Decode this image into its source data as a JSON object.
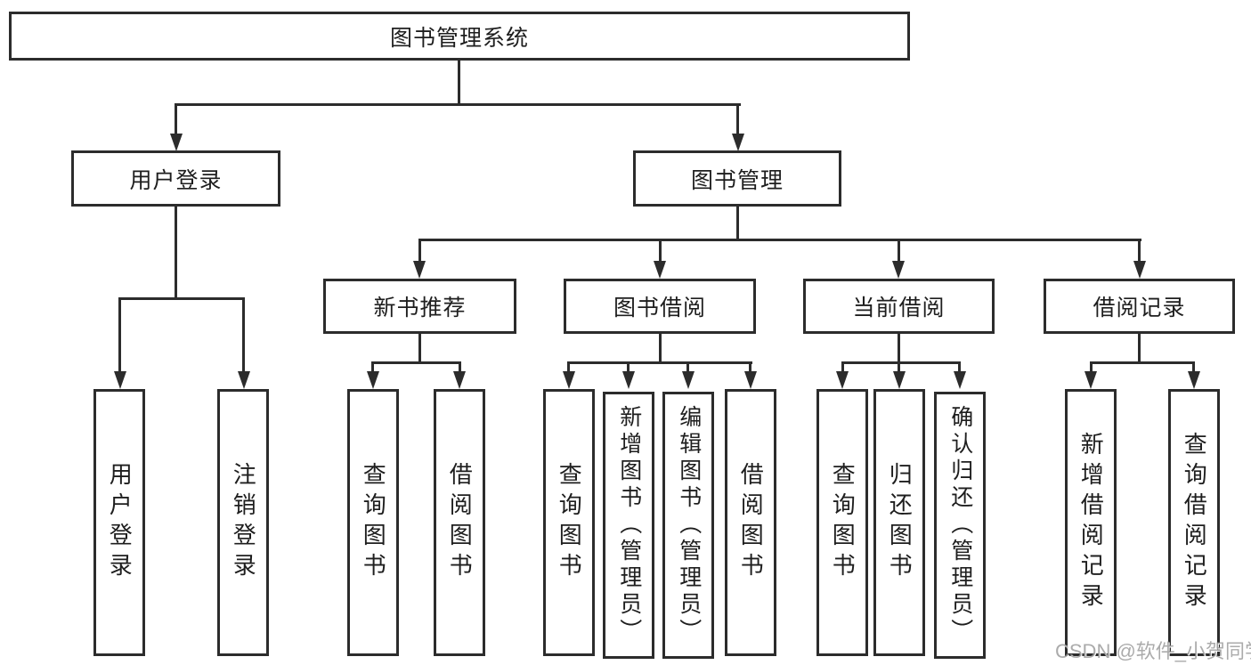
{
  "diagram": {
    "root": {
      "label": "图书管理系统"
    },
    "branches": [
      {
        "label": "用户登录",
        "children": [
          {
            "label": "用户登录"
          },
          {
            "label": "注销登录"
          }
        ]
      },
      {
        "label": "图书管理",
        "children": [
          {
            "label": "新书推荐",
            "children": [
              {
                "label": "查询图书"
              },
              {
                "label": "借阅图书"
              }
            ]
          },
          {
            "label": "图书借阅",
            "children": [
              {
                "label": "查询图书"
              },
              {
                "label": "新增图书（管理员）"
              },
              {
                "label": "编辑图书（管理员）"
              },
              {
                "label": "借阅图书"
              }
            ]
          },
          {
            "label": "当前借阅",
            "children": [
              {
                "label": "查询图书"
              },
              {
                "label": "归还图书"
              },
              {
                "label": "确认归还（管理员）"
              }
            ]
          },
          {
            "label": "借阅记录",
            "children": [
              {
                "label": "新增借阅记录"
              },
              {
                "label": "查询借阅记录"
              }
            ]
          }
        ]
      }
    ]
  },
  "watermark": {
    "text": "CSDN @软件_小贺同学"
  },
  "colors": {
    "line": "#2c2c2c",
    "box_border": "#2c2c2c",
    "text": "#1e1e1e",
    "background": "#ffffff",
    "watermark": "#969696"
  }
}
